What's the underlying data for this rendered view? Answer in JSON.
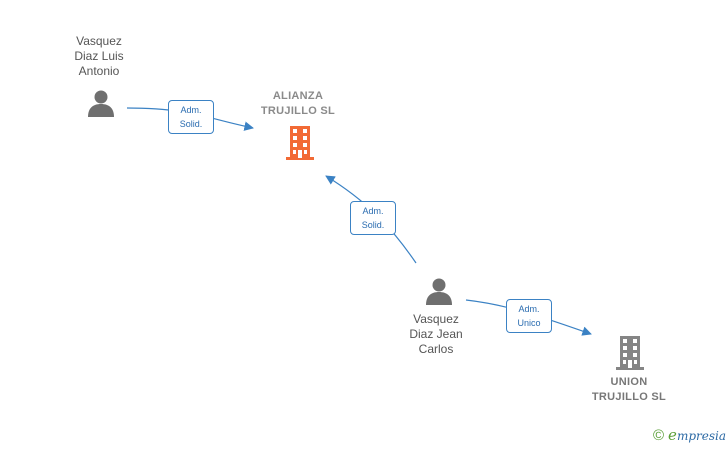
{
  "nodes": {
    "person_luis": {
      "label": "Vasquez\nDiaz Luis\nAntonio",
      "icon": "person-icon"
    },
    "person_jean": {
      "label": "Vasquez\nDiaz Jean\nCarlos",
      "icon": "person-icon"
    },
    "company_alianza": {
      "label": "ALIANZA\nTRUJILLO  SL",
      "icon": "building-icon",
      "color": "#f26a35"
    },
    "company_union": {
      "label": "UNION\nTRUJILLO  SL",
      "icon": "building-icon",
      "color": "#858585"
    }
  },
  "edges": [
    {
      "from": "person_luis",
      "to": "company_alianza",
      "label": "Adm.\nSolid."
    },
    {
      "from": "person_jean",
      "to": "company_alianza",
      "label": "Adm.\nSolid."
    },
    {
      "from": "person_jean",
      "to": "company_union",
      "label": "Adm.\nUnico"
    }
  ],
  "colors": {
    "edge": "#3b82c4",
    "person": "#6f6f6f",
    "brand_copyright": "#5a9f37",
    "brand_text": "#2d6aa5"
  },
  "footer": {
    "copyright_symbol": "©",
    "brand": "mpresia",
    "brand_initial": "e"
  }
}
